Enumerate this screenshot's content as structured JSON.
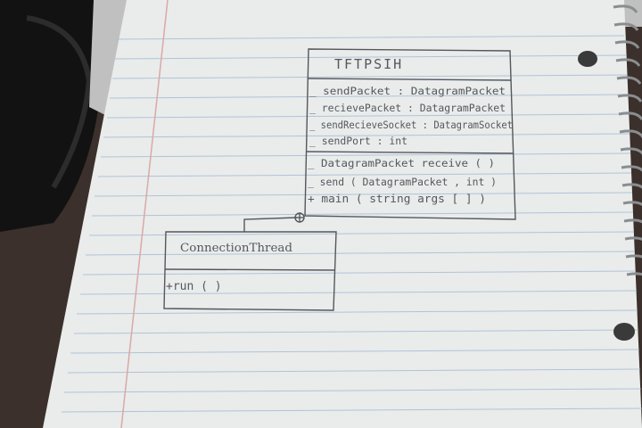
{
  "notebook": {
    "page_color": "#e9eceb",
    "rule_color": "#9fb6cf",
    "margin_color": "#d9a9a8",
    "pencil_color": "#55575c"
  },
  "diagram": {
    "main_class": {
      "name": "TFTPSIH",
      "attributes": [
        "_ sendPacket : DatagramPacket",
        "_ recievePacket : DatagramPacket",
        "_ sendRecieveSocket : DatagramSocket",
        "_ sendPort : int"
      ],
      "operations": [
        "_ DatagramPacket receive ( )",
        "_ send ( DatagramPacket , int )",
        "+ main ( string args [ ] )"
      ]
    },
    "inner_class": {
      "name": "ConnectionThread",
      "operations": [
        "+run ( )"
      ]
    },
    "relation": "nesting"
  }
}
